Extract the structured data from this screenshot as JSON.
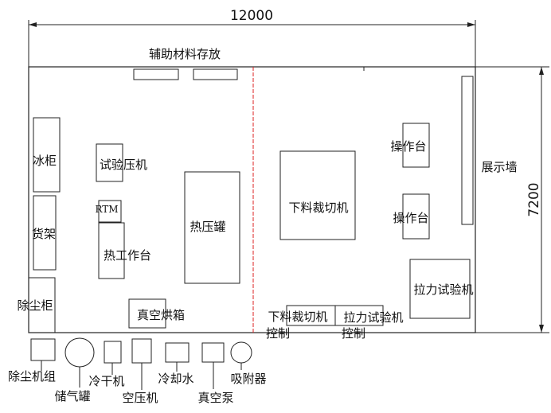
{
  "dimensions": {
    "width_label": "12000",
    "height_label": "7200"
  },
  "areas": {
    "auxiliary_storage": "辅助材料存放",
    "display_wall": "展示墙"
  },
  "equipment": {
    "freezer": "冰柜",
    "shelf": "货架",
    "dust_cabinet": "除尘柜",
    "test_press": "试验压机",
    "rtm": "RTM",
    "hot_workbench": "热工作台",
    "autoclave": "热压罐",
    "vacuum_oven": "真空烘箱",
    "cutting_machine": "下料裁切机",
    "console_1": "操作台",
    "console_2": "操作台",
    "tensile_tester": "拉力试验机",
    "cutting_control_line1": "下料裁切机",
    "cutting_control_line2": "控制",
    "tensile_control_line1": "拉力试验机",
    "tensile_control_line2": "控制"
  },
  "outdoor": {
    "dust_collector": "除尘机组",
    "air_tank": "储气罐",
    "dryer": "冷干机",
    "compressor": "空压机",
    "cooling_water": "冷却水",
    "vacuum_pump": "真空泵",
    "adsorber": "吸附器"
  }
}
